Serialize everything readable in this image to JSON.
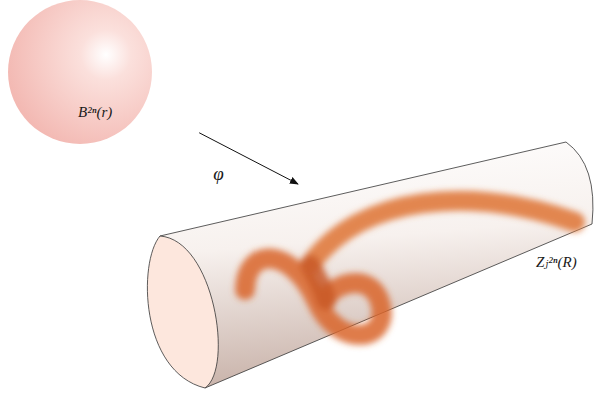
{
  "diagram": {
    "nodes": [
      {
        "text": [
          "B²ⁿ(r)"
        ]
      },
      {
        "text": [
          "Zⱼ²ⁿ(R)"
        ]
      }
    ],
    "edges": [
      {
        "from": 0,
        "to": 1,
        "label": "φ",
        "arrow": "to"
      }
    ]
  }
}
